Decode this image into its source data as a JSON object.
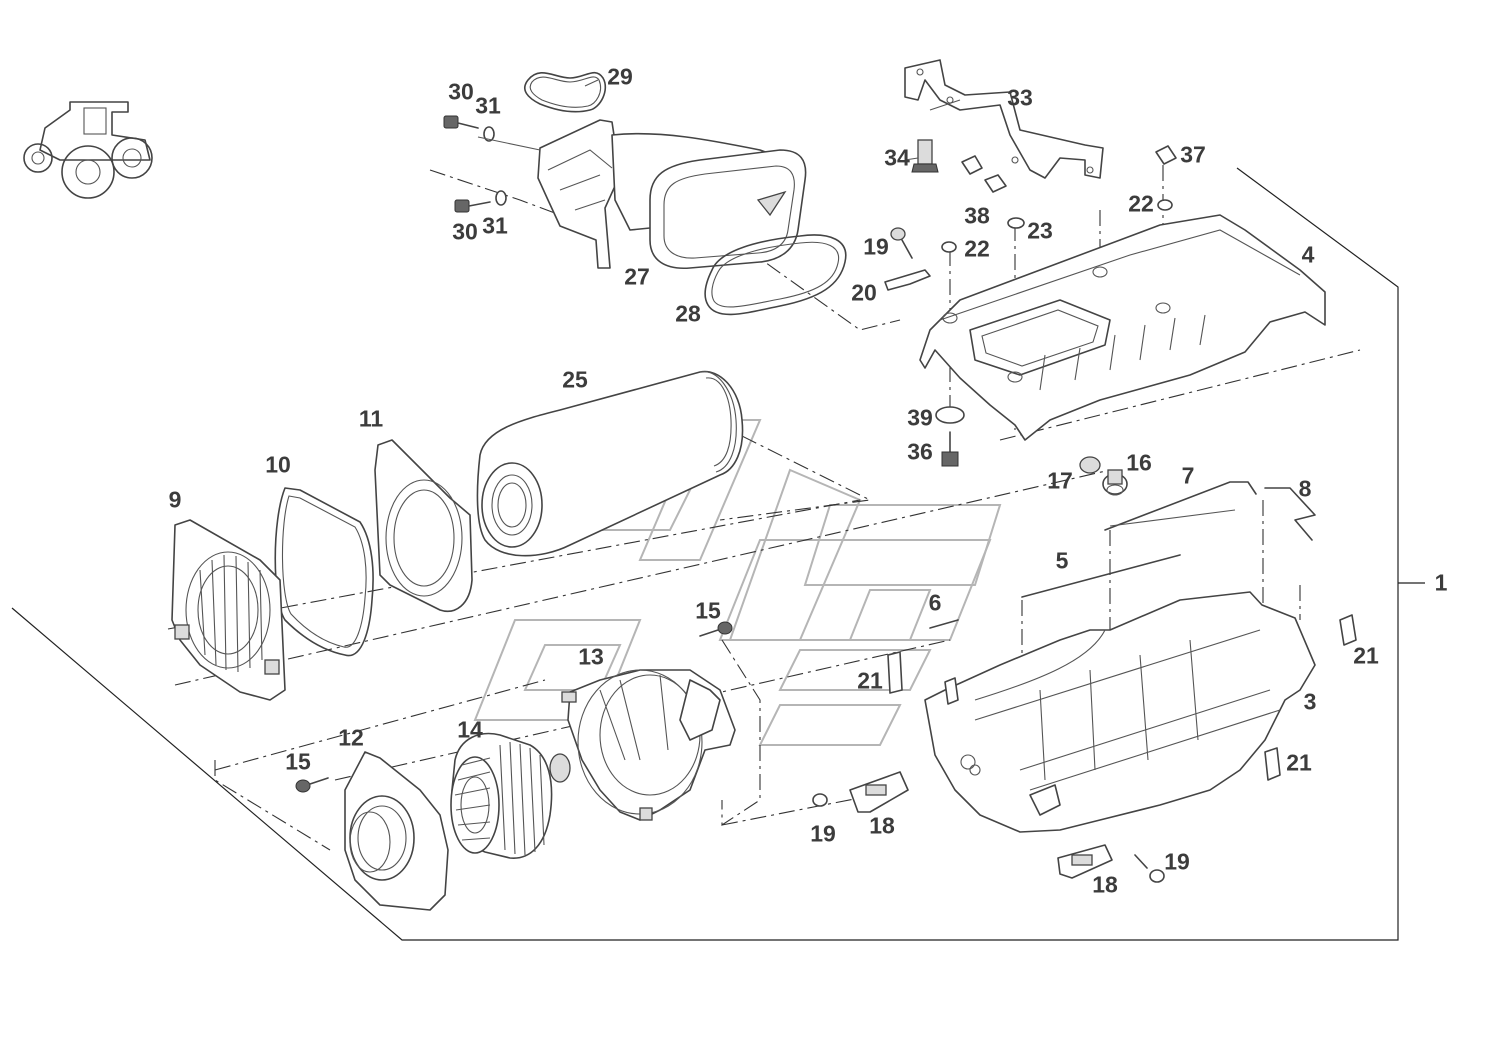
{
  "callouts": [
    {
      "id": "c1",
      "text": "1"
    },
    {
      "id": "c3",
      "text": "3"
    },
    {
      "id": "c4",
      "text": "4"
    },
    {
      "id": "c5",
      "text": "5"
    },
    {
      "id": "c6",
      "text": "6"
    },
    {
      "id": "c7",
      "text": "7"
    },
    {
      "id": "c8",
      "text": "8"
    },
    {
      "id": "c9",
      "text": "9"
    },
    {
      "id": "c10",
      "text": "10"
    },
    {
      "id": "c11",
      "text": "11"
    },
    {
      "id": "c12",
      "text": "12"
    },
    {
      "id": "c13",
      "text": "13"
    },
    {
      "id": "c14",
      "text": "14"
    },
    {
      "id": "c15a",
      "text": "15"
    },
    {
      "id": "c15b",
      "text": "15"
    },
    {
      "id": "c16",
      "text": "16"
    },
    {
      "id": "c17",
      "text": "17"
    },
    {
      "id": "c18a",
      "text": "18"
    },
    {
      "id": "c18b",
      "text": "18"
    },
    {
      "id": "c19a",
      "text": "19"
    },
    {
      "id": "c19b",
      "text": "19"
    },
    {
      "id": "c19c",
      "text": "19"
    },
    {
      "id": "c20",
      "text": "20"
    },
    {
      "id": "c21a",
      "text": "21"
    },
    {
      "id": "c21b",
      "text": "21"
    },
    {
      "id": "c21c",
      "text": "21"
    },
    {
      "id": "c22a",
      "text": "22"
    },
    {
      "id": "c22b",
      "text": "22"
    },
    {
      "id": "c23",
      "text": "23"
    },
    {
      "id": "c25",
      "text": "25"
    },
    {
      "id": "c27",
      "text": "27"
    },
    {
      "id": "c28",
      "text": "28"
    },
    {
      "id": "c29",
      "text": "29"
    },
    {
      "id": "c30a",
      "text": "30"
    },
    {
      "id": "c30b",
      "text": "30"
    },
    {
      "id": "c31a",
      "text": "31"
    },
    {
      "id": "c31b",
      "text": "31"
    },
    {
      "id": "c33",
      "text": "33"
    },
    {
      "id": "c34",
      "text": "34"
    },
    {
      "id": "c36",
      "text": "36"
    },
    {
      "id": "c37",
      "text": "37"
    },
    {
      "id": "c38",
      "text": "38"
    },
    {
      "id": "c39",
      "text": "39"
    }
  ],
  "icons": {
    "tractor": "tractor-icon"
  }
}
